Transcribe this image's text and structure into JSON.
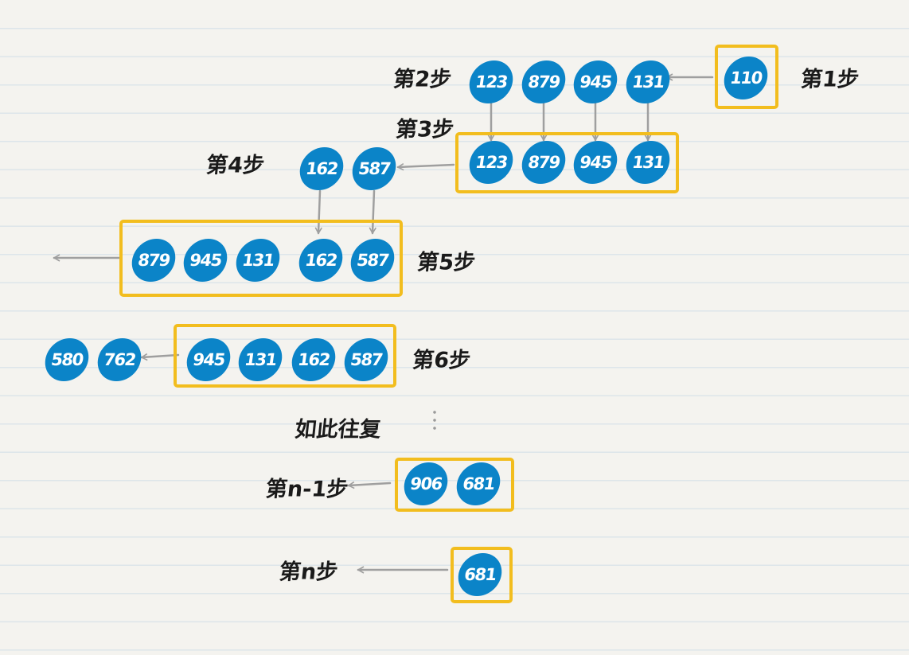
{
  "steps": [
    {
      "label": "第1步"
    },
    {
      "label": "第2步",
      "values": [
        "123",
        "879",
        "945",
        "131"
      ]
    },
    {
      "label": "第3步",
      "values": [
        "123",
        "879",
        "945",
        "131"
      ]
    },
    {
      "label": "第4步",
      "values": [
        "162",
        "587"
      ]
    },
    {
      "label": "第5步",
      "values": [
        "879",
        "945",
        "131",
        "162",
        "587"
      ]
    },
    {
      "label": "第6步",
      "values": [
        "580",
        "762",
        "945",
        "131",
        "162",
        "587"
      ]
    },
    {
      "label": "第n-1步",
      "values": [
        "906",
        "681"
      ]
    },
    {
      "label": "第n步",
      "values": [
        "681"
      ]
    }
  ],
  "incoming": "110",
  "ellipsis_text": "如此往复",
  "colors": {
    "node": "#0b84c8",
    "frame": "#f2bd1e",
    "arrow": "#9f9f9f",
    "text": "#1a1a1a"
  }
}
